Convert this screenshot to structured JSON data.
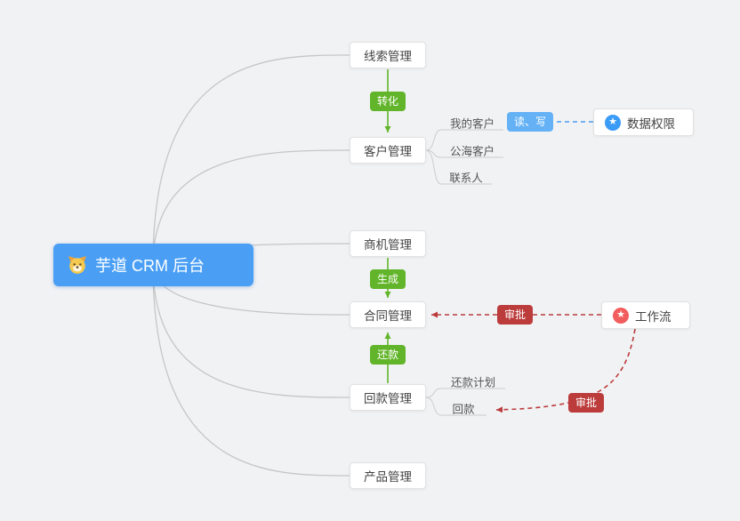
{
  "root": {
    "label": "芋道 CRM 后台"
  },
  "modules": {
    "leads": {
      "label": "线索管理"
    },
    "customers": {
      "label": "客户管理",
      "children": [
        "我的客户",
        "公海客户",
        "联系人"
      ]
    },
    "opportunities": {
      "label": "商机管理"
    },
    "contracts": {
      "label": "合同管理"
    },
    "receivables": {
      "label": "回款管理",
      "children": [
        "还款计划",
        "回款"
      ]
    },
    "products": {
      "label": "产品管理"
    }
  },
  "badges": {
    "convert": "转化",
    "generate": "生成",
    "repay": "还款",
    "read_write": "读、写",
    "approve_contract": "审批",
    "approve_receivable": "审批"
  },
  "side_nodes": {
    "data_permission": {
      "label": "数据权限"
    },
    "workflow": {
      "label": "工作流"
    }
  },
  "icons": {
    "star": "★"
  },
  "colors": {
    "root_blue": "#4a9ff5",
    "edge_green": "#62b52a",
    "edge_red": "#bc3c3c",
    "badge_blue": "#64b1f6",
    "connector_gray": "#c6c6c6",
    "background": "#f1f2f4"
  }
}
